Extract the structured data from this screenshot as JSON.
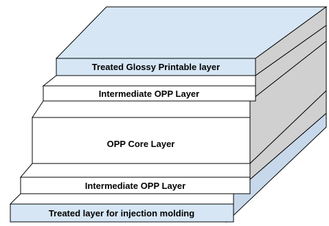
{
  "diagram": {
    "layers": [
      {
        "id": "top",
        "label": "Treated Glossy Printable layer",
        "fill": "#d6e6f5"
      },
      {
        "id": "intermediate-upper",
        "label": "Intermediate OPP Layer",
        "fill": "#ffffff"
      },
      {
        "id": "core",
        "label": "OPP Core Layer",
        "fill": "#ffffff"
      },
      {
        "id": "intermediate-lower",
        "label": "Intermediate OPP Layer",
        "fill": "#ffffff"
      },
      {
        "id": "bottom",
        "label": "Treated layer for injection molding",
        "fill": "#d6e6f5"
      }
    ],
    "colors": {
      "top_surface": "#d6e6f5",
      "treated_face": "#d6e6f5",
      "plain_face": "#ffffff",
      "right_side_grey": "#d0d0d0",
      "right_side_blue": "#c7d8ea",
      "outline": "#000000"
    }
  }
}
